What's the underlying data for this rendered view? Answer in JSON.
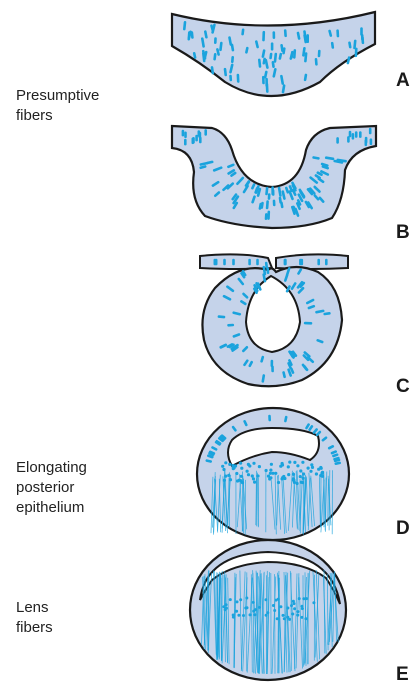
{
  "labels": {
    "presumptive_fibers": [
      "Presumptive",
      "fibers"
    ],
    "elongating_epithelium": [
      "Elongating",
      "posterior",
      "epithelium"
    ],
    "lens_fibers": [
      "Lens",
      "fibers"
    ]
  },
  "stages": [
    "A",
    "B",
    "C",
    "D",
    "E"
  ],
  "colors": {
    "tissue_fill": "#c5d3ea",
    "nuclei": "#1aa3dd",
    "outline": "#1a1a1a"
  }
}
